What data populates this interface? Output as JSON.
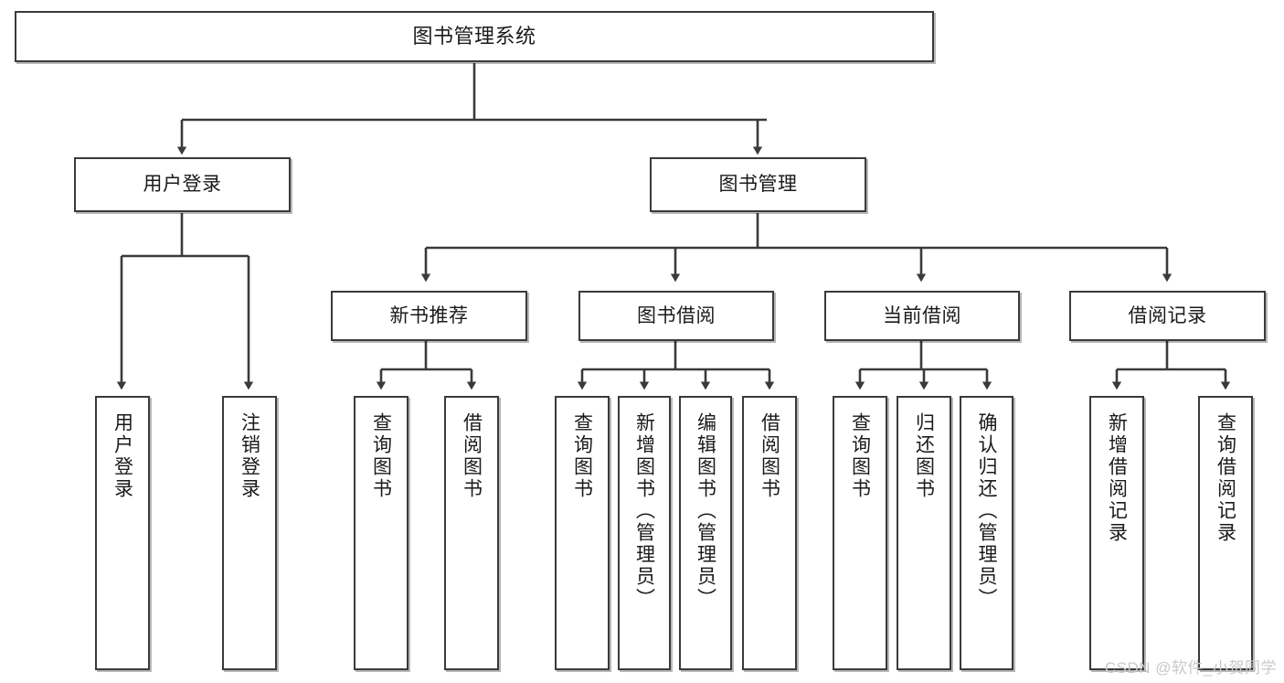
{
  "diagram": {
    "title": "图书管理系统",
    "type": "tree-hierarchy-chart",
    "watermark": "CSDN @软件_小贺同学",
    "colors": {
      "stroke": "#3a3a3a",
      "fill": "#ffffff",
      "text": "#1a1a1a",
      "watermark": "#c9c9c9"
    }
  },
  "nodes": {
    "root": {
      "label": "图书管理系统"
    },
    "level2": [
      {
        "id": "user-login",
        "label": "用户登录"
      },
      {
        "id": "book-manage",
        "label": "图书管理"
      }
    ],
    "level3": [
      {
        "id": "new-book-recommend",
        "label": "新书推荐"
      },
      {
        "id": "book-borrow",
        "label": "图书借阅"
      },
      {
        "id": "current-borrow",
        "label": "当前借阅"
      },
      {
        "id": "borrow-record",
        "label": "借阅记录"
      }
    ],
    "leaves": {
      "user-login": [
        {
          "id": "leaf-user-login",
          "label": "用户登录"
        },
        {
          "id": "leaf-logout-login",
          "label": "注销登录"
        }
      ],
      "new-book-recommend": [
        {
          "id": "leaf-query-book-1",
          "label": "查询图书"
        },
        {
          "id": "leaf-borrow-book-1",
          "label": "借阅图书"
        }
      ],
      "book-borrow": [
        {
          "id": "leaf-query-book-2",
          "label": "查询图书"
        },
        {
          "id": "leaf-add-book",
          "label": "新增图书（管理员）"
        },
        {
          "id": "leaf-edit-book",
          "label": "编辑图书（管理员）"
        },
        {
          "id": "leaf-borrow-book-2",
          "label": "借阅图书"
        }
      ],
      "current-borrow": [
        {
          "id": "leaf-query-book-3",
          "label": "查询图书"
        },
        {
          "id": "leaf-return-book",
          "label": "归还图书"
        },
        {
          "id": "leaf-confirm-return",
          "label": "确认归还（管理员）"
        }
      ],
      "borrow-record": [
        {
          "id": "leaf-add-record",
          "label": "新增借阅记录"
        },
        {
          "id": "leaf-query-record",
          "label": "查询借阅记录"
        }
      ]
    }
  }
}
